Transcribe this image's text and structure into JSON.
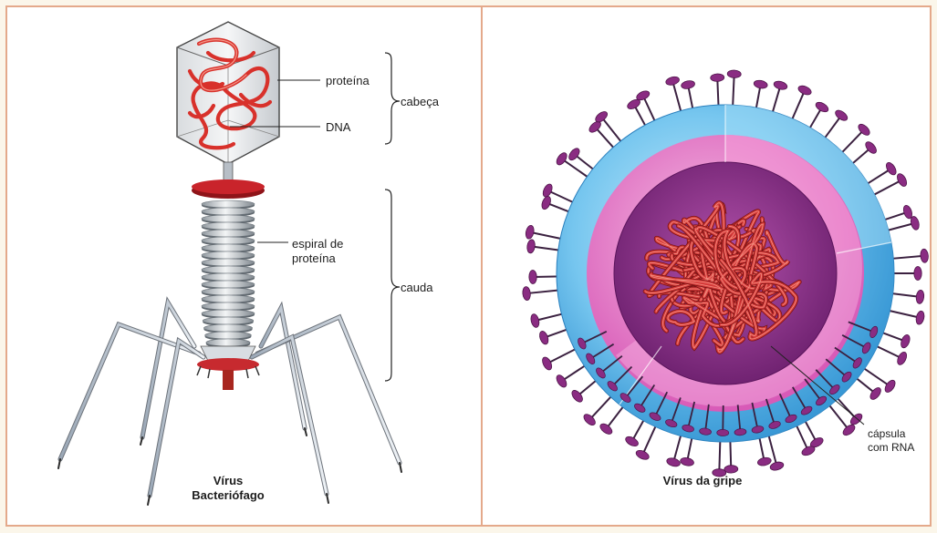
{
  "bacteriophage": {
    "labels": {
      "protein": "proteína",
      "dna": "DNA",
      "head": "cabeça",
      "spiral": "espiral de",
      "spiral2": "proteína",
      "tail": "cauda"
    },
    "caption_line1": "Vírus",
    "caption_line2": "Bacteriófago"
  },
  "flu": {
    "labels": {
      "capsule": "cápsula",
      "capsule2": "com RNA"
    },
    "caption": "Vírus da gripe"
  },
  "colors": {
    "border": "#e4a98b",
    "envelope": "#5fb8e8",
    "capsid": "#e97cc6",
    "core": "#8e2f8a",
    "rna": "#d63a3a",
    "spike": "#8a2c82",
    "head_band": "#b01e24"
  }
}
